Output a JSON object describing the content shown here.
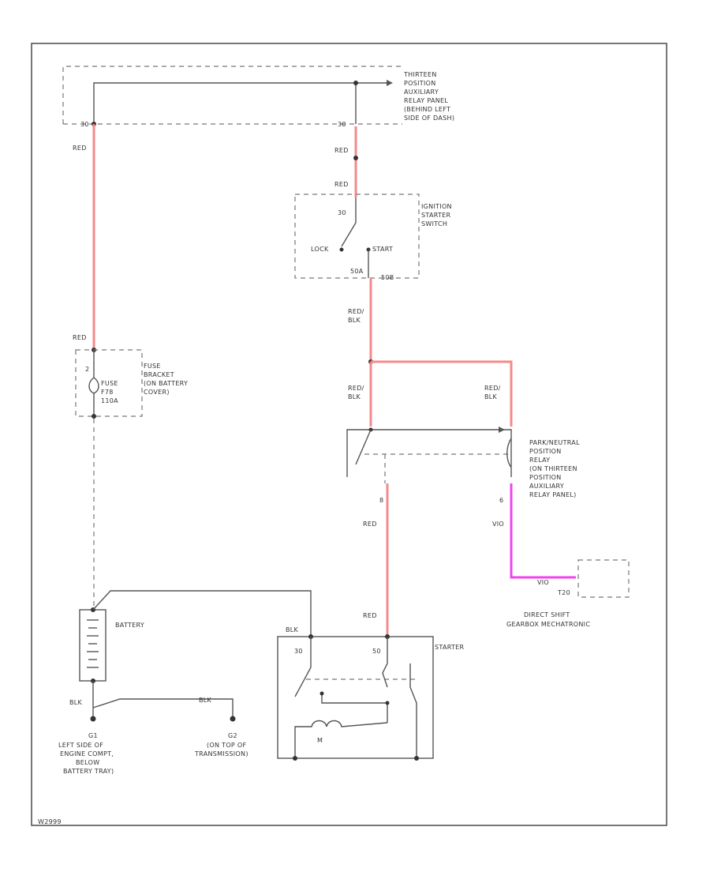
{
  "relay_panel_label": [
    "THIRTEEN",
    "POSITION",
    "AUXILIARY",
    "RELAY PANEL",
    "(BEHIND LEFT",
    "SIDE OF DASH)"
  ],
  "pin_30_a": "30",
  "pin_30_b": "30",
  "wire_red_1": "RED",
  "wire_red_2": "RED",
  "wire_red_3": "RED",
  "wire_red_4": "RED",
  "wire_red_5": "RED",
  "wire_red_6": "RED",
  "wire_red_blk_1": [
    "RED/",
    "BLK"
  ],
  "wire_red_blk_2": [
    "RED/",
    "BLK"
  ],
  "wire_red_blk_3": [
    "RED/",
    "BLK"
  ],
  "ignition_switch_label": [
    "IGNITION",
    "STARTER",
    "SWITCH"
  ],
  "ign_pin_30": "30",
  "ign_lock": "LOCK",
  "ign_start": "START",
  "ign_pin_50a": "50A",
  "ign_pin_50b": "50B",
  "fuse_bracket_label": [
    "FUSE",
    "BRACKET",
    "(ON BATTERY",
    "COVER)"
  ],
  "fuse_pin": "2",
  "fuse_name": [
    "FUSE",
    "F78",
    "110A"
  ],
  "relay_label": [
    "PARK/NEUTRAL",
    "POSITION",
    "RELAY",
    "(ON THIRTEEN",
    "POSITION",
    "AUXILIARY",
    "RELAY PANEL)"
  ],
  "relay_pin_left": "8",
  "relay_pin_right": "6",
  "wire_vio": "VIO",
  "tcm_wire": "VIO",
  "tcm_pin": "T20",
  "tcm_label": [
    "DIRECT SHIFT",
    "GEARBOX MECHATRONIC"
  ],
  "battery_label": "BATTERY",
  "starter_label": "STARTER",
  "starter_pin_30": "30",
  "starter_pin_50": "50",
  "starter_motor": "M",
  "wire_blk_starter": "BLK",
  "wire_blk_battery": "BLK",
  "wire_blk_ground": "BLK",
  "ground_g1_id": "G1",
  "ground_g1_label": [
    "LEFT SIDE OF",
    "ENGINE COMPT,",
    "BELOW",
    "BATTERY TRAY)"
  ],
  "ground_g2_id": "G2",
  "ground_g2_label": [
    "(ON TOP OF",
    "TRANSMISSION)"
  ],
  "diagram_id": "W2999"
}
